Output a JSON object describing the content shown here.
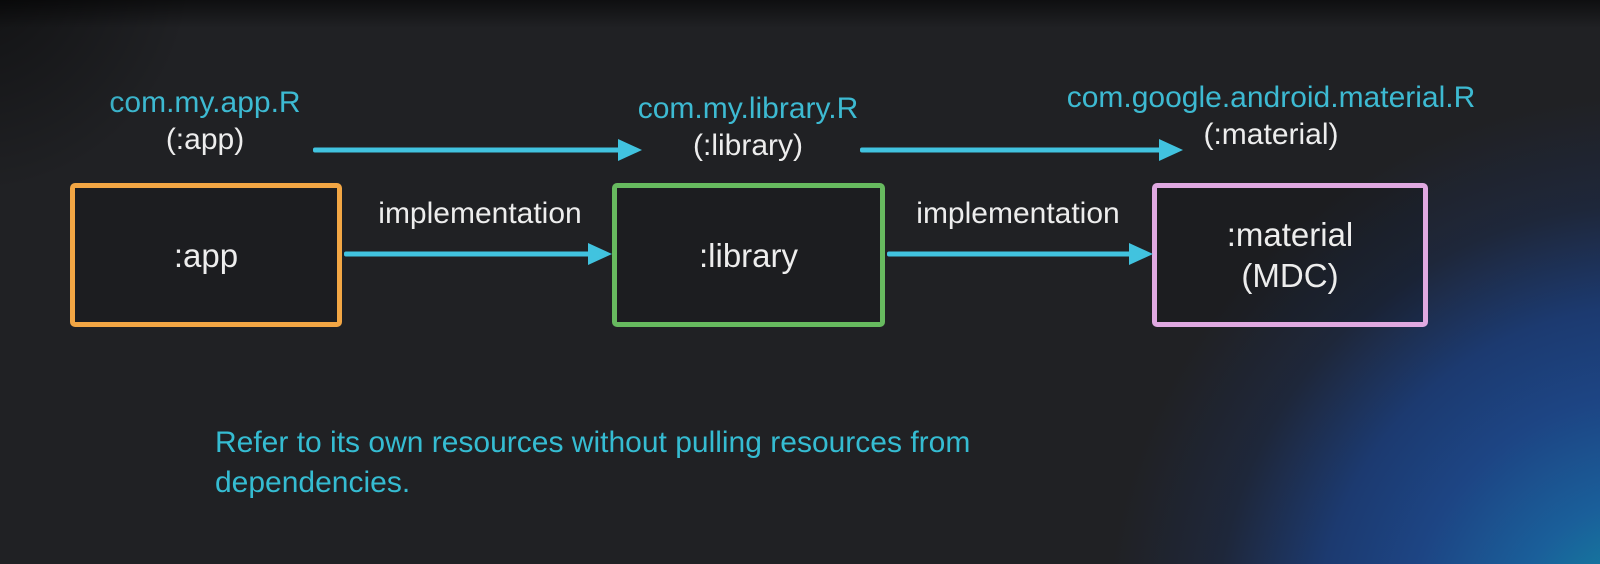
{
  "colors": {
    "background": "#202124",
    "cyan_text": "#3dbad2",
    "arrow_cyan": "#41c3df",
    "white_text": "#ededed",
    "app_border_orange": "#f2a644",
    "library_border_green": "#67ba5f",
    "material_border_pink": "#e0a9e1",
    "glow_blue": "#1d4584",
    "glow_teal": "#12869e"
  },
  "r_labels": [
    {
      "class_name": "com.my.app.R",
      "module": "(:app)"
    },
    {
      "class_name": "com.my.library.R",
      "module": "(:library)"
    },
    {
      "class_name": "com.google.android.material.R",
      "module": "(:material)"
    }
  ],
  "modules": [
    {
      "name": ":app"
    },
    {
      "name": ":library"
    },
    {
      "name": ":material\n(MDC)"
    }
  ],
  "edges": [
    {
      "label": "implementation"
    },
    {
      "label": "implementation"
    }
  ],
  "caption": "Refer to its own resources without pulling resources from\ndependencies."
}
